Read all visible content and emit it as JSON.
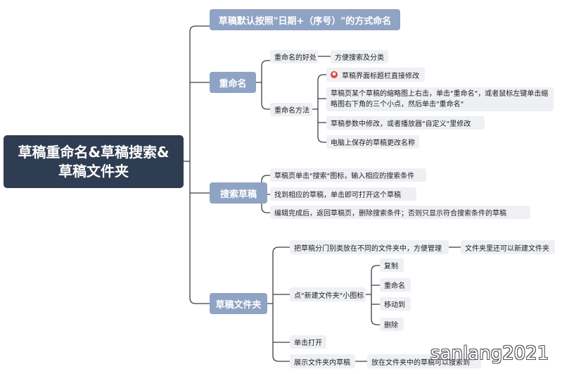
{
  "root": {
    "line1": "草稿重命名&草稿搜索&",
    "line2": "草稿文件夹"
  },
  "branches": {
    "naming_rule": "草稿默认按照\"日期+（序号）\"的方式命名",
    "rename": {
      "label": "重命名",
      "benefit": {
        "label": "重命名的好处",
        "detail": "方便搜索及分类"
      },
      "method": {
        "label": "重命名方法",
        "items": [
          "草稿界面标题栏直接修改",
          "草稿页某个草稿的缩略图上右击，单击\"重命名\"，或者鼠标左键单击缩略图右下角的三个小点，然后单击\"重命名\"",
          "草稿参数中修改，或者播放器\"自定义\"里修改",
          "电脑上保存的草稿更改名称"
        ]
      }
    },
    "search": {
      "label": "搜索草稿",
      "items": [
        "草稿页单击\"搜索\"图标，输入相应的搜索条件",
        "找到相应的草稿，单击即可打开这个草稿",
        "编辑完成后，返回草稿页，删除搜索条件；否则只显示符合搜索条件的草稿"
      ]
    },
    "folder": {
      "label": "草稿文件夹",
      "classify": {
        "label": "把草稿分门别类放在不同的文件夹中，方便管理",
        "detail": "文件夹里还可以新建文件夹"
      },
      "new_folder": {
        "label": "点\"新建文件夹\"小图标",
        "actions": [
          "复制",
          "重命名",
          "移动到",
          "删除"
        ]
      },
      "open": "单击打开",
      "show": {
        "label": "展示文件夹内草稿",
        "detail": "放在文件夹中的草稿可以搜索到"
      }
    }
  },
  "watermark": "sanlang2021",
  "colors": {
    "root": "#2f3d52",
    "branch": "#8fa3c4",
    "leaf": "#eef0f4",
    "line": "#3a3f47",
    "flag": "#e04a3a"
  }
}
